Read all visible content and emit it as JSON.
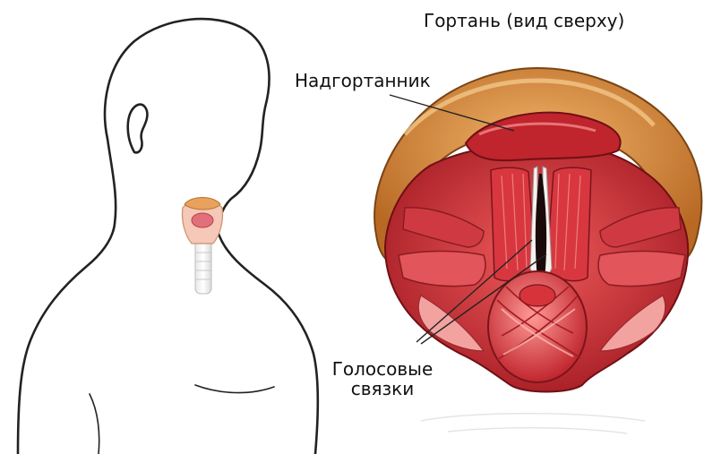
{
  "title": "Гортань (вид сверху)",
  "labels": {
    "epiglottis": "Надгортанник",
    "vocal_cords_line1": "Голосовые",
    "vocal_cords_line2": "связки"
  },
  "colors": {
    "outline": "#222222",
    "cartilage": "#d98b3c",
    "muscle_red": "#d6333a",
    "muscle_dark": "#9e1b22",
    "muscle_light": "#f08a88",
    "tissue_pink": "#f3b4b0",
    "glottis": "#1a0a0a"
  }
}
